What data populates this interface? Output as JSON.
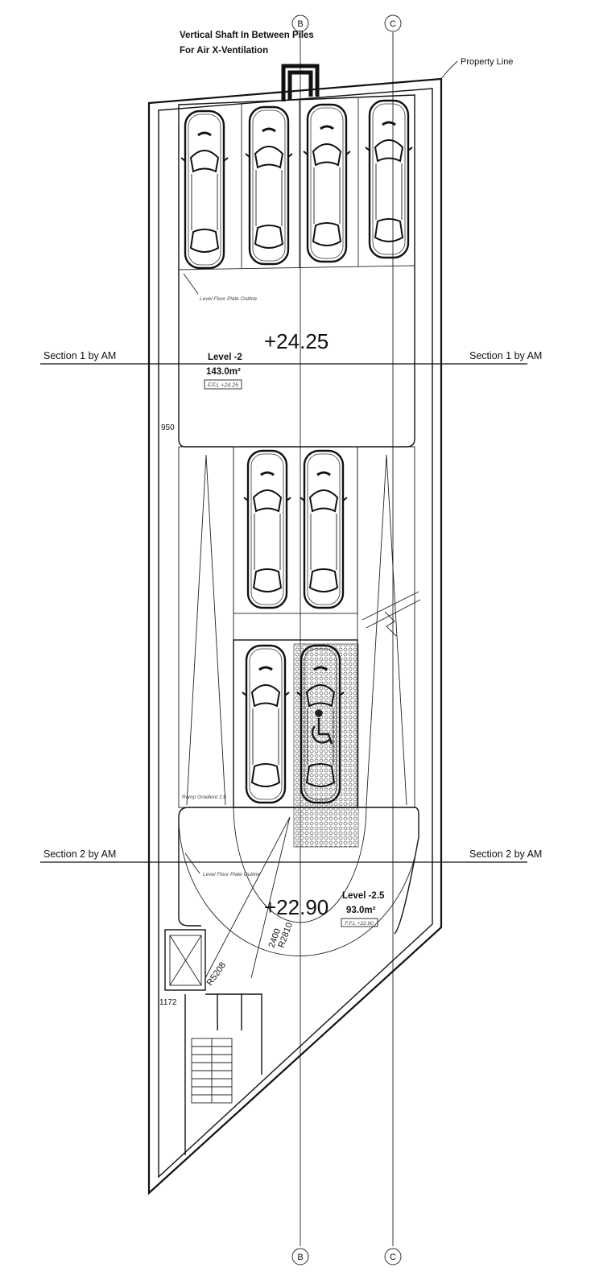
{
  "title": {
    "line1": "Vertical Shaft In Between Piles",
    "line2": "For Air X-Ventilation"
  },
  "property_line": "Property Line",
  "grid": {
    "b": "B",
    "c": "C"
  },
  "level_outline_label": "Level Floor Plate Outline",
  "level2": {
    "elevation": "+24.25",
    "name": "Level -2",
    "area": "143.0m²",
    "ffl": "F.F.L +24.25"
  },
  "level25": {
    "elevation": "+22.90",
    "name": "Level -2.5",
    "area": "93.0m²",
    "ffl": "F.F.L +22.90"
  },
  "section1": "Section 1 by AM",
  "section2": "Section 2 by AM",
  "dims": {
    "d950": "950",
    "d1172": "1172",
    "d2400": "2400",
    "r2810": "R2810",
    "r5208": "R5208"
  },
  "ramp": "Ramp Gradient 1:6",
  "accessible_icon": "wheelchair-icon"
}
